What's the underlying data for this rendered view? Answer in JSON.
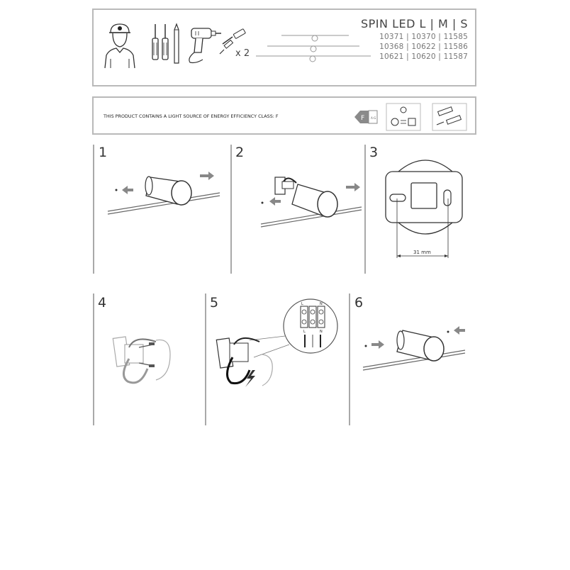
{
  "header": {
    "product_title": "SPIN LED L | M | S",
    "codes": [
      "10371 | 10370 | 11585",
      "10368 | 10622 | 11586",
      "10621 | 10620 | 11587"
    ],
    "multiplier": "x 2",
    "tool_icons": [
      "installer-icon",
      "screwdrivers-icon",
      "pencil-icon",
      "drill-icon",
      "screws-icon"
    ]
  },
  "energy": {
    "text": "THIS PRODUCT CONTAINS A LIGHT SOURCE OF ENERGY EFFICIENCY CLASS: F",
    "class_label": "F",
    "scale_label": "A-G"
  },
  "steps": [
    {
      "number": "1"
    },
    {
      "number": "2"
    },
    {
      "number": "3",
      "dimension": "31 mm"
    },
    {
      "number": "4"
    },
    {
      "number": "5",
      "terminal_top": [
        "L",
        "N"
      ],
      "terminal_bottom": [
        "L",
        "N"
      ]
    },
    {
      "number": "6"
    }
  ]
}
